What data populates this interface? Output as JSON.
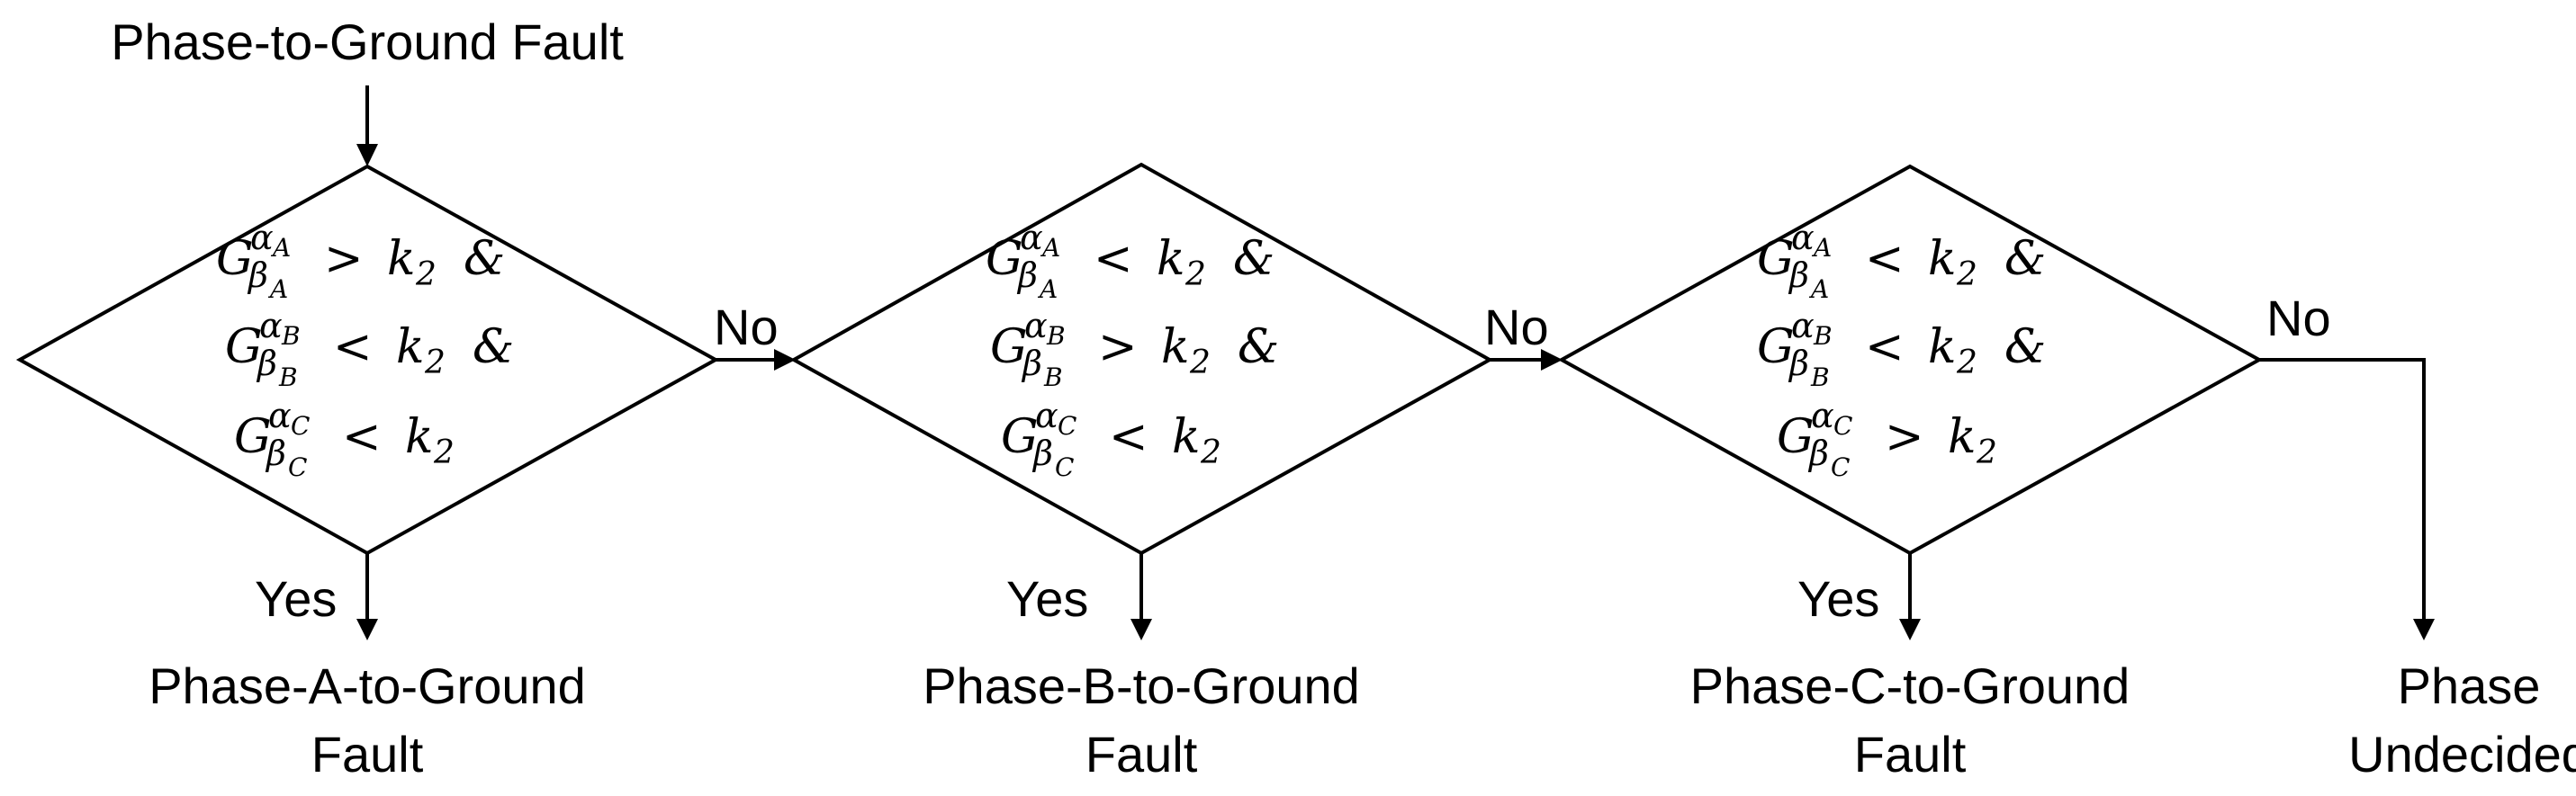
{
  "start": {
    "label": "Phase-to-Ground Fault"
  },
  "decisions": [
    {
      "conditions": [
        {
          "base": "G",
          "sup": "α",
          "sup_sub": "A",
          "sub": "β",
          "sub_sub": "A",
          "op": ">",
          "k": "k",
          "k_sub": "2",
          "amp": "&"
        },
        {
          "base": "G",
          "sup": "α",
          "sup_sub": "B",
          "sub": "β",
          "sub_sub": "B",
          "op": "<",
          "k": "k",
          "k_sub": "2",
          "amp": "&"
        },
        {
          "base": "G",
          "sup": "α",
          "sup_sub": "C",
          "sub": "β",
          "sub_sub": "C",
          "op": "<",
          "k": "k",
          "k_sub": "2",
          "amp": ""
        }
      ],
      "yes_label": "Yes",
      "no_label": "No",
      "result": [
        "Phase-A-to-Ground",
        "Fault"
      ]
    },
    {
      "conditions": [
        {
          "base": "G",
          "sup": "α",
          "sup_sub": "A",
          "sub": "β",
          "sub_sub": "A",
          "op": "<",
          "k": "k",
          "k_sub": "2",
          "amp": "&"
        },
        {
          "base": "G",
          "sup": "α",
          "sup_sub": "B",
          "sub": "β",
          "sub_sub": "B",
          "op": ">",
          "k": "k",
          "k_sub": "2",
          "amp": "&"
        },
        {
          "base": "G",
          "sup": "α",
          "sup_sub": "C",
          "sub": "β",
          "sub_sub": "C",
          "op": "<",
          "k": "k",
          "k_sub": "2",
          "amp": ""
        }
      ],
      "yes_label": "Yes",
      "no_label": "No",
      "result": [
        "Phase-B-to-Ground",
        "Fault"
      ]
    },
    {
      "conditions": [
        {
          "base": "G",
          "sup": "α",
          "sup_sub": "A",
          "sub": "β",
          "sub_sub": "A",
          "op": "<",
          "k": "k",
          "k_sub": "2",
          "amp": "&"
        },
        {
          "base": "G",
          "sup": "α",
          "sup_sub": "B",
          "sub": "β",
          "sub_sub": "B",
          "op": "<",
          "k": "k",
          "k_sub": "2",
          "amp": "&"
        },
        {
          "base": "G",
          "sup": "α",
          "sup_sub": "C",
          "sub": "β",
          "sub_sub": "C",
          "op": ">",
          "k": "k",
          "k_sub": "2",
          "amp": ""
        }
      ],
      "yes_label": "Yes",
      "no_label": "No",
      "result": [
        "Phase-C-to-Ground",
        "Fault"
      ]
    }
  ],
  "final": {
    "label": [
      "Phase",
      "Undecided"
    ]
  }
}
